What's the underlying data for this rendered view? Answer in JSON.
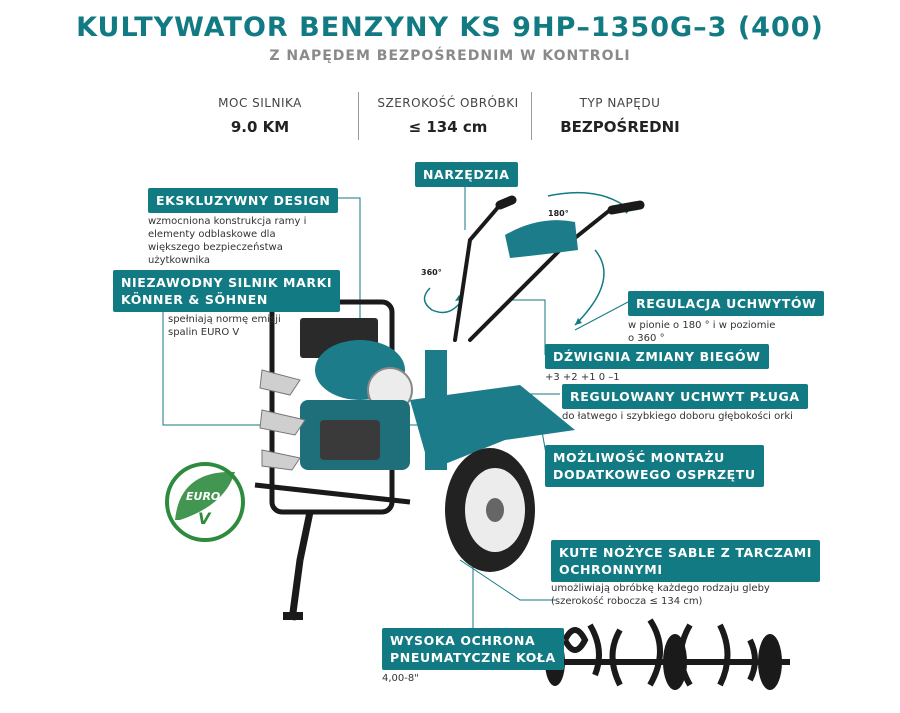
{
  "header": {
    "title": "KULTYWATOR BENZYNY KS 9HP–1350G–3 (400)",
    "subtitle": "Z NAPĘDEM BEZPOŚREDNIM W KONTROLI"
  },
  "specs": [
    {
      "label": "MOC SILNIKA",
      "value": "9.0 KM"
    },
    {
      "label": "SZEROKOŚĆ OBRÓBKI",
      "value": "≤ 134 cm"
    },
    {
      "label": "TYP NAPĘDU",
      "value": "BEZPOŚREDNI"
    }
  ],
  "features": {
    "narzedzia": {
      "title": "NARZĘDZIA"
    },
    "design": {
      "title": "EKSKLUZYWNY DESIGN",
      "desc": "wzmocniona konstrukcja ramy i elementy odblaskowe dla większego bezpieczeństwa użytkownika"
    },
    "silnik": {
      "title_1": "NIEZAWODNY SILNIK MARKI",
      "title_2": "KÖNNER & SÖHNEN",
      "desc_1": "spełniają normę emisji",
      "desc_2": "spalin EURO V"
    },
    "uchwyty": {
      "title": "REGULACJA UCHWYTÓW",
      "desc_1": "w pionie o 180 ° i w poziomie",
      "desc_2": "o 360 °"
    },
    "biegi": {
      "title": "DŹWIGNIA ZMIANY BIEGÓW",
      "desc": "+3 +2 +1 0 –1"
    },
    "plug": {
      "title": "REGULOWANY UCHWYT PŁUGA",
      "desc": "do łatwego i szybkiego doboru głębokości orki"
    },
    "osprzet": {
      "title_1": "MOŻLIWOŚĆ MONTAŻU",
      "title_2": "DODATKOWEGO OSPRZĘTU"
    },
    "noze": {
      "title_1": "KUTE NOŻYCE SABLE Z TARCZAMI",
      "title_2": "OCHRONNYMI",
      "desc_1": "umożliwiają obróbkę każdego rodzaju gleby",
      "desc_2": "(szerokość robocza ≤ 134 cm)"
    },
    "kola": {
      "title_1": "WYSOKA OCHRONA",
      "title_2": "PNEUMATYCZNE KOŁA",
      "desc": "4,00-8\""
    }
  },
  "angles": {
    "vertical": "180°",
    "horizontal": "360°"
  },
  "badge": {
    "line1": "EURO",
    "line2": "V"
  },
  "colors": {
    "accent": "#127a82",
    "machine": "#1d7c8a",
    "badge_green": "#2e8b3e"
  }
}
